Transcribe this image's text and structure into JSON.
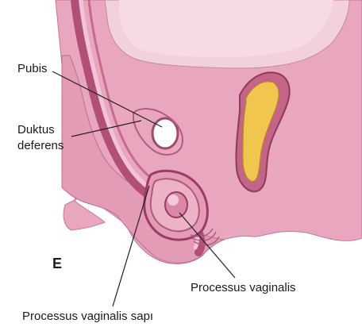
{
  "panel_letter": "E",
  "labels": {
    "pubis": "Pubis",
    "duktus_line1": "Duktus",
    "duktus_line2": "deferens",
    "processus_vaginalis": "Processus vaginalis",
    "processus_vaginalis_sapi": "Processus vaginalis sapı"
  },
  "colors": {
    "background": "#ffffff",
    "tissue": "#e8a7bf",
    "tissue_light": "#f1c6d5",
    "tissue_dark": "#b85a7e",
    "cavity": "#f6d7e2",
    "rectum": "#f0c64e",
    "leader_line": "#222222"
  }
}
